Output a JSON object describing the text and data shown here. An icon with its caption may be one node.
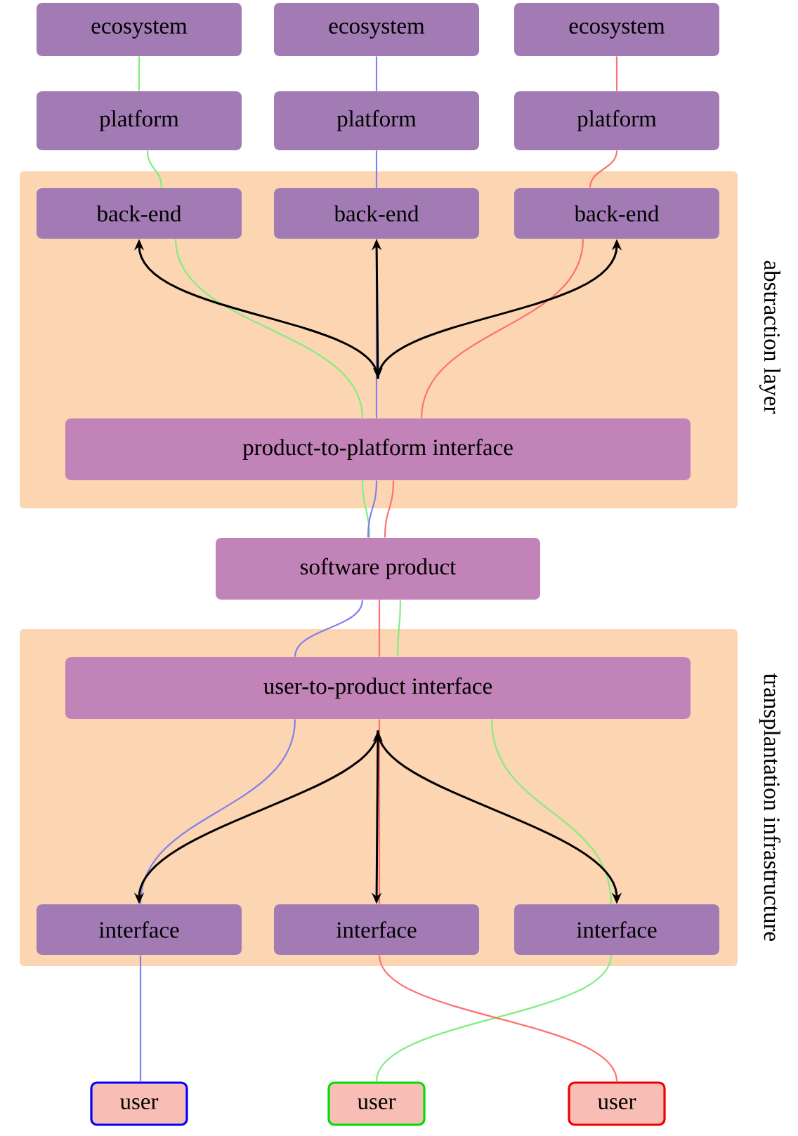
{
  "diagram": {
    "nodes": [
      {
        "text": [
          "ecosystem"
        ]
      },
      {
        "text": [
          "ecosystem"
        ]
      },
      {
        "text": [
          "ecosystem"
        ]
      },
      {
        "text": [
          "platform"
        ]
      },
      {
        "text": [
          "platform"
        ]
      },
      {
        "text": [
          "platform"
        ]
      },
      {
        "text": [
          "abstraction layer"
        ]
      },
      {
        "text": [
          "back-end"
        ],
        "in": 6
      },
      {
        "text": [
          "back-end"
        ],
        "in": 6
      },
      {
        "text": [
          "back-end"
        ],
        "in": 6
      },
      {
        "text": [
          "product-to-platform interface"
        ],
        "in": 6
      },
      {
        "text": [
          "software product"
        ]
      },
      {
        "text": [
          "transplantation infrastructure"
        ]
      },
      {
        "text": [
          "user-to-product interface"
        ],
        "in": 12
      },
      {
        "text": [
          "interface"
        ],
        "in": 12
      },
      {
        "text": [
          "interface"
        ],
        "in": 12
      },
      {
        "text": [
          "interface"
        ],
        "in": 12
      },
      {
        "text": [
          "user"
        ]
      },
      {
        "text": [
          "user"
        ]
      },
      {
        "text": [
          "user"
        ]
      }
    ],
    "edges": [
      {
        "from": 0,
        "to": 3,
        "arrow": "none",
        "color": "#80ee80"
      },
      {
        "from": 3,
        "to": 7,
        "arrow": "none",
        "color": "#80ee80"
      },
      {
        "from": 7,
        "to": 10,
        "arrow": "none",
        "color": "#80ee80"
      },
      {
        "from": 10,
        "to": 11,
        "arrow": "none",
        "color": "#80ee80"
      },
      {
        "from": 11,
        "to": 13,
        "arrow": "none",
        "color": "#80ee80"
      },
      {
        "from": 13,
        "to": 16,
        "arrow": "none",
        "color": "#80ee80"
      },
      {
        "from": 16,
        "to": 18,
        "arrow": "none",
        "color": "#80ee80"
      },
      {
        "from": 1,
        "to": 4,
        "arrow": "none",
        "color": "#8080ee"
      },
      {
        "from": 4,
        "to": 8,
        "arrow": "none",
        "color": "#8080ee"
      },
      {
        "from": 8,
        "to": 10,
        "arrow": "none",
        "color": "#8080ee"
      },
      {
        "from": 10,
        "to": 11,
        "arrow": "none",
        "color": "#8080ee"
      },
      {
        "from": 11,
        "to": 13,
        "arrow": "none",
        "color": "#8080ee"
      },
      {
        "from": 13,
        "to": 14,
        "arrow": "none",
        "color": "#8080ee"
      },
      {
        "from": 14,
        "to": 17,
        "arrow": "none",
        "color": "#8080ee"
      },
      {
        "from": 2,
        "to": 5,
        "arrow": "none",
        "color": "#ff7070"
      },
      {
        "from": 5,
        "to": 9,
        "arrow": "none",
        "color": "#ff7070"
      },
      {
        "from": 9,
        "to": 10,
        "arrow": "none",
        "color": "#ff7070"
      },
      {
        "from": 10,
        "to": 11,
        "arrow": "none",
        "color": "#ff7070"
      },
      {
        "from": 11,
        "to": 13,
        "arrow": "none",
        "color": "#ff7070"
      },
      {
        "from": 13,
        "to": 15,
        "arrow": "none",
        "color": "#ff7070"
      },
      {
        "from": 15,
        "to": 19,
        "arrow": "none",
        "color": "#ff7070"
      },
      {
        "from": 10,
        "to": 7,
        "arrow": "to",
        "color": "#000000"
      },
      {
        "from": 10,
        "to": 8,
        "arrow": "both",
        "color": "#000000"
      },
      {
        "from": 10,
        "to": 9,
        "arrow": "to",
        "color": "#000000"
      },
      {
        "from": 13,
        "to": 14,
        "arrow": "to",
        "color": "#000000"
      },
      {
        "from": 13,
        "to": 15,
        "arrow": "both",
        "color": "#000000"
      },
      {
        "from": 13,
        "to": 16,
        "arrow": "to",
        "color": "#000000"
      }
    ]
  }
}
